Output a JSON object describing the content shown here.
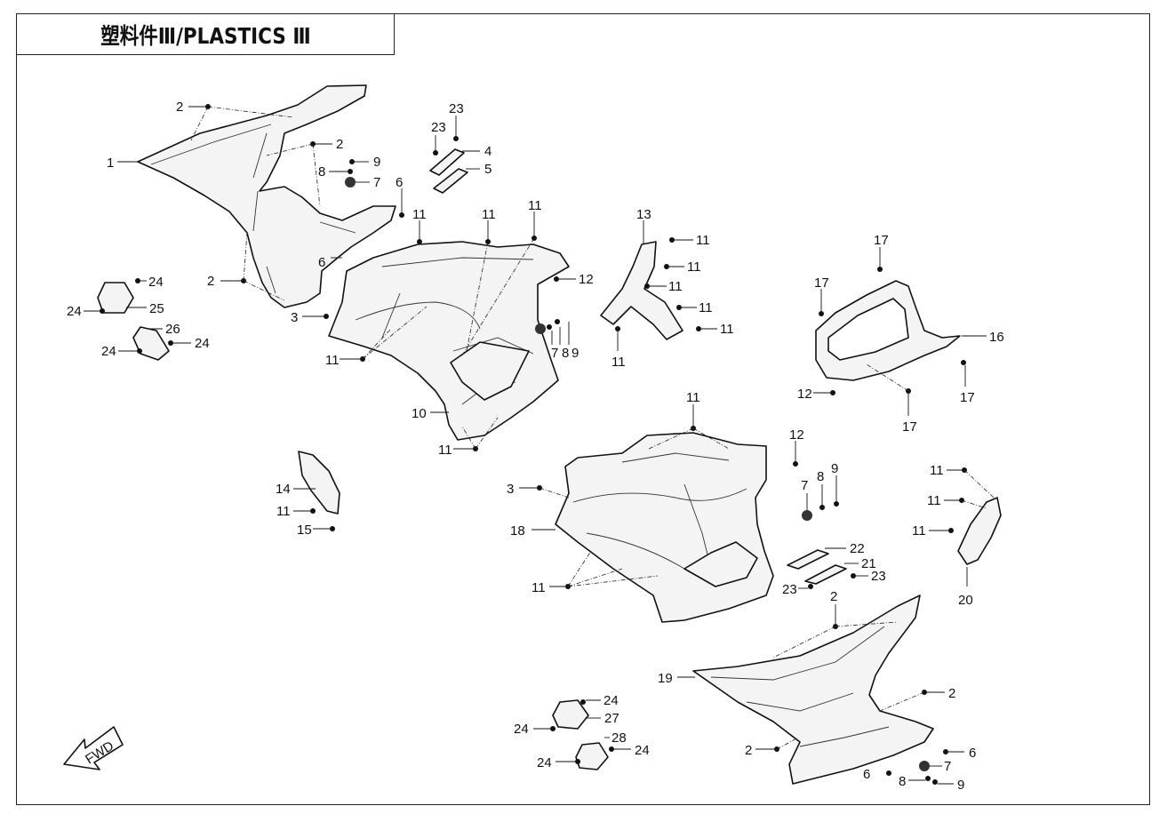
{
  "title": "塑料件Ⅲ/PLASTICS Ⅲ",
  "fwd_label": "FWD",
  "callouts": [
    "1",
    "2",
    "3",
    "4",
    "5",
    "6",
    "7",
    "8",
    "9",
    "10",
    "11",
    "12",
    "13",
    "14",
    "15",
    "16",
    "17",
    "18",
    "19",
    "20",
    "21",
    "22",
    "23",
    "24",
    "25",
    "26",
    "27",
    "28"
  ],
  "colors": {
    "line": "#111111",
    "part_fill": "#f4f4f4",
    "background": "#ffffff"
  }
}
